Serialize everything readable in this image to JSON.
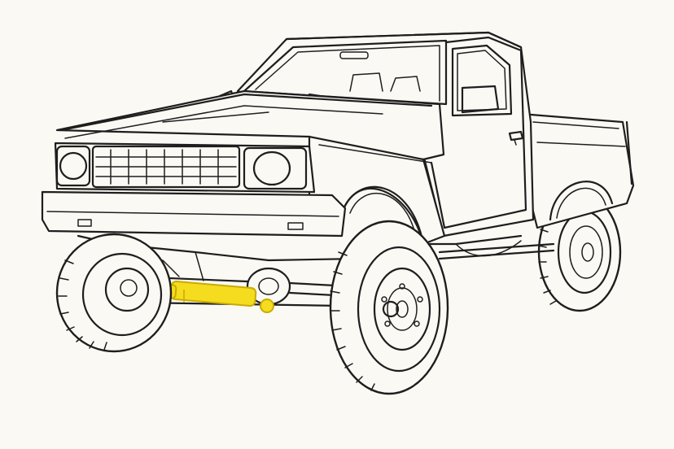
{
  "illustration": {
    "subject": "lifted-pickup-truck",
    "style": "line-art",
    "colors": {
      "background": "#fbf9f4",
      "line": "#1e1e1e",
      "highlight": "#f5dc1e",
      "highlight_edge": "#c9ab00"
    },
    "highlighted_part": "steering-stabilizer"
  }
}
